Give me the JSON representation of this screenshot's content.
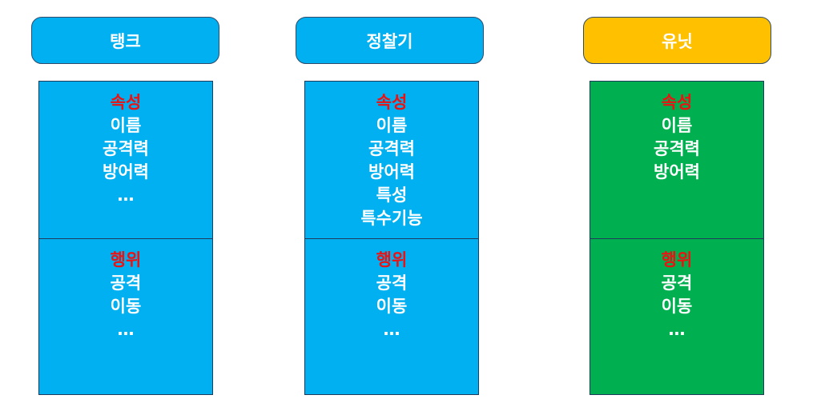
{
  "colors": {
    "blue": "#00b0f0",
    "yellow": "#ffc000",
    "green": "#00b050",
    "title_red": "#ee1111"
  },
  "classes": [
    {
      "name": "탱크",
      "header_color": "#00b0f0",
      "box_color": "#00b0f0",
      "attributes_title": "속성",
      "attributes": [
        "이름",
        "공격력",
        "방어력",
        "…"
      ],
      "behaviors_title": "행위",
      "behaviors": [
        "공격",
        "이동",
        "…"
      ]
    },
    {
      "name": "정찰기",
      "header_color": "#00b0f0",
      "box_color": "#00b0f0",
      "attributes_title": "속성",
      "attributes": [
        "이름",
        "공격력",
        "방어력",
        "특성",
        "특수기능"
      ],
      "behaviors_title": "행위",
      "behaviors": [
        "공격",
        "이동",
        "…"
      ]
    },
    {
      "name": "유닛",
      "header_color": "#ffc000",
      "box_color": "#00b050",
      "attributes_title": "속성",
      "attributes": [
        "이름",
        "공격력",
        "방어력"
      ],
      "behaviors_title": "행위",
      "behaviors": [
        "공격",
        "이동",
        "…"
      ]
    }
  ]
}
